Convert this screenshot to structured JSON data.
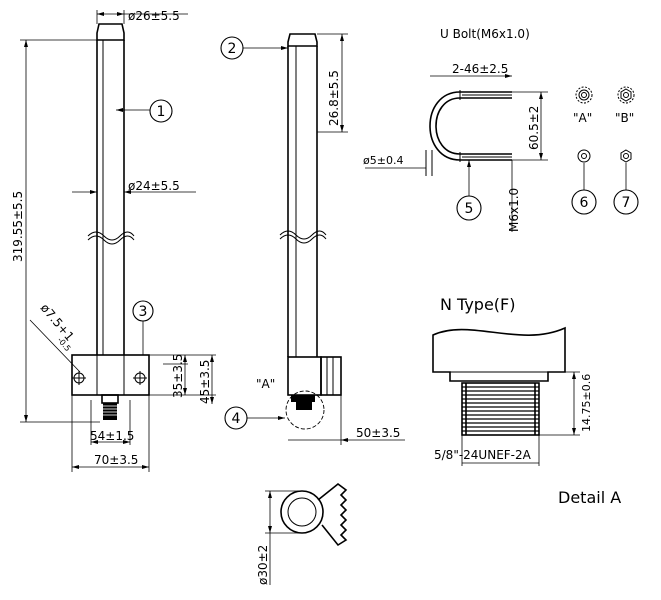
{
  "dims": {
    "d_top": "ø26±5.5",
    "d_mid": "ø24±5.5",
    "height": "319.55±5.5",
    "d_left": "ø7.5+1",
    "d_left_tol": "-0.5",
    "w54": "54±1.5",
    "w70": "70±3.5",
    "h35": "35±3.5",
    "h45": "45±3.5",
    "h26": "26.8±5.5",
    "w50": "50±3.5",
    "ubolt_spacing": "2-46±2.5",
    "ubolt_h": "60.5±2",
    "ubolt_rod": "ø5±0.4",
    "ubolt_thread": "M6x1.0",
    "n_height": "14.75±0.6",
    "n_thread": "5/8\"-24UNEF-2A",
    "bottom_d": "ø30±2"
  },
  "labels": {
    "ubolt_title": "U Bolt(M6x1.0)",
    "ntype_title": "N Type(F)",
    "detail": "Detail A",
    "view_a": "\"A\"",
    "washer_a": "\"A\"",
    "washer_b": "\"B\""
  },
  "balloons": [
    "1",
    "2",
    "3",
    "4",
    "5",
    "6",
    "7"
  ]
}
